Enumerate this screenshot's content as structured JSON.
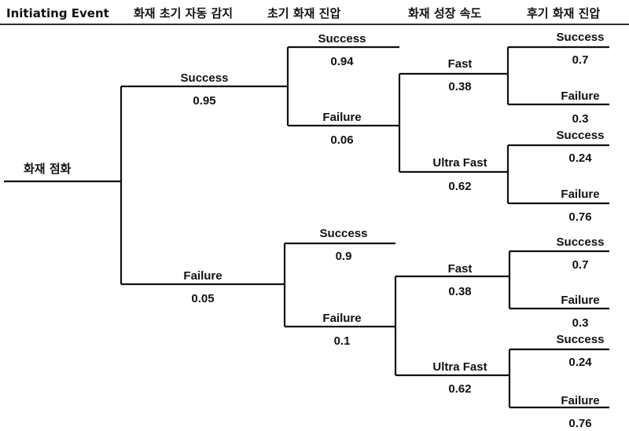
{
  "headers": {
    "initiating": "Initiating Event",
    "detection": "화재 초기 자동 감지",
    "suppression": "초기 화재 진압",
    "growth": "화재 성장 속도",
    "late": "후기 화재 진압"
  },
  "initiating_event": "화재 점화",
  "detection": {
    "success": {
      "label": "Success",
      "prob": "0.95"
    },
    "failure": {
      "label": "Failure",
      "prob": "0.05"
    }
  },
  "suppression_upper": {
    "success": {
      "label": "Success",
      "prob": "0.94"
    },
    "failure": {
      "label": "Failure",
      "prob": "0.06"
    }
  },
  "suppression_lower": {
    "success": {
      "label": "Success",
      "prob": "0.9"
    },
    "failure": {
      "label": "Failure",
      "prob": "0.1"
    }
  },
  "growth_upper": {
    "fast": {
      "label": "Fast",
      "prob": "0.38"
    },
    "ultra": {
      "label": "Ultra Fast",
      "prob": "0.62"
    }
  },
  "growth_lower": {
    "fast": {
      "label": "Fast",
      "prob": "0.38"
    },
    "ultra": {
      "label": "Ultra Fast",
      "prob": "0.62"
    }
  },
  "late_1": {
    "success": {
      "label": "Success",
      "prob": "0.7"
    },
    "failure": {
      "label": "Failure",
      "prob": "0.3"
    }
  },
  "late_2": {
    "success": {
      "label": "Success",
      "prob": "0.24"
    },
    "failure": {
      "label": "Failure",
      "prob": "0.76"
    }
  },
  "late_3": {
    "success": {
      "label": "Success",
      "prob": "0.7"
    },
    "failure": {
      "label": "Failure",
      "prob": "0.3"
    }
  },
  "late_4": {
    "success": {
      "label": "Success",
      "prob": "0.24"
    },
    "failure": {
      "label": "Failure",
      "prob": "0.76"
    }
  }
}
